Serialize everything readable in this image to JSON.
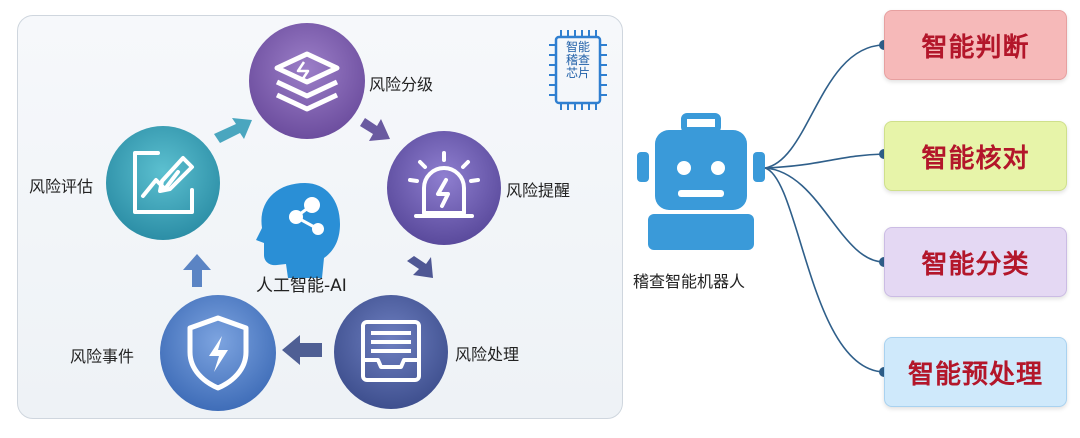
{
  "diagram": {
    "center_label": "人工智能-AI",
    "cycle_nodes": [
      {
        "label": "风险分级",
        "icon": "layers-icon",
        "color": "#7a5aa6"
      },
      {
        "label": "风险提醒",
        "icon": "alarm-icon",
        "color": "#6a5aa8"
      },
      {
        "label": "风险处理",
        "icon": "inbox-icon",
        "color": "#4a5d9e"
      },
      {
        "label": "风险事件",
        "icon": "shield-bolt-icon",
        "color": "#4b78c2"
      },
      {
        "label": "风险评估",
        "icon": "chart-edit-icon",
        "color": "#2e9bb0"
      }
    ],
    "chip_label": [
      "智能",
      "稽查",
      "芯片"
    ],
    "robot_label": "稽查智能机器人",
    "functions": [
      "智能判断",
      "智能核对",
      "智能分类",
      "智能预处理"
    ]
  }
}
